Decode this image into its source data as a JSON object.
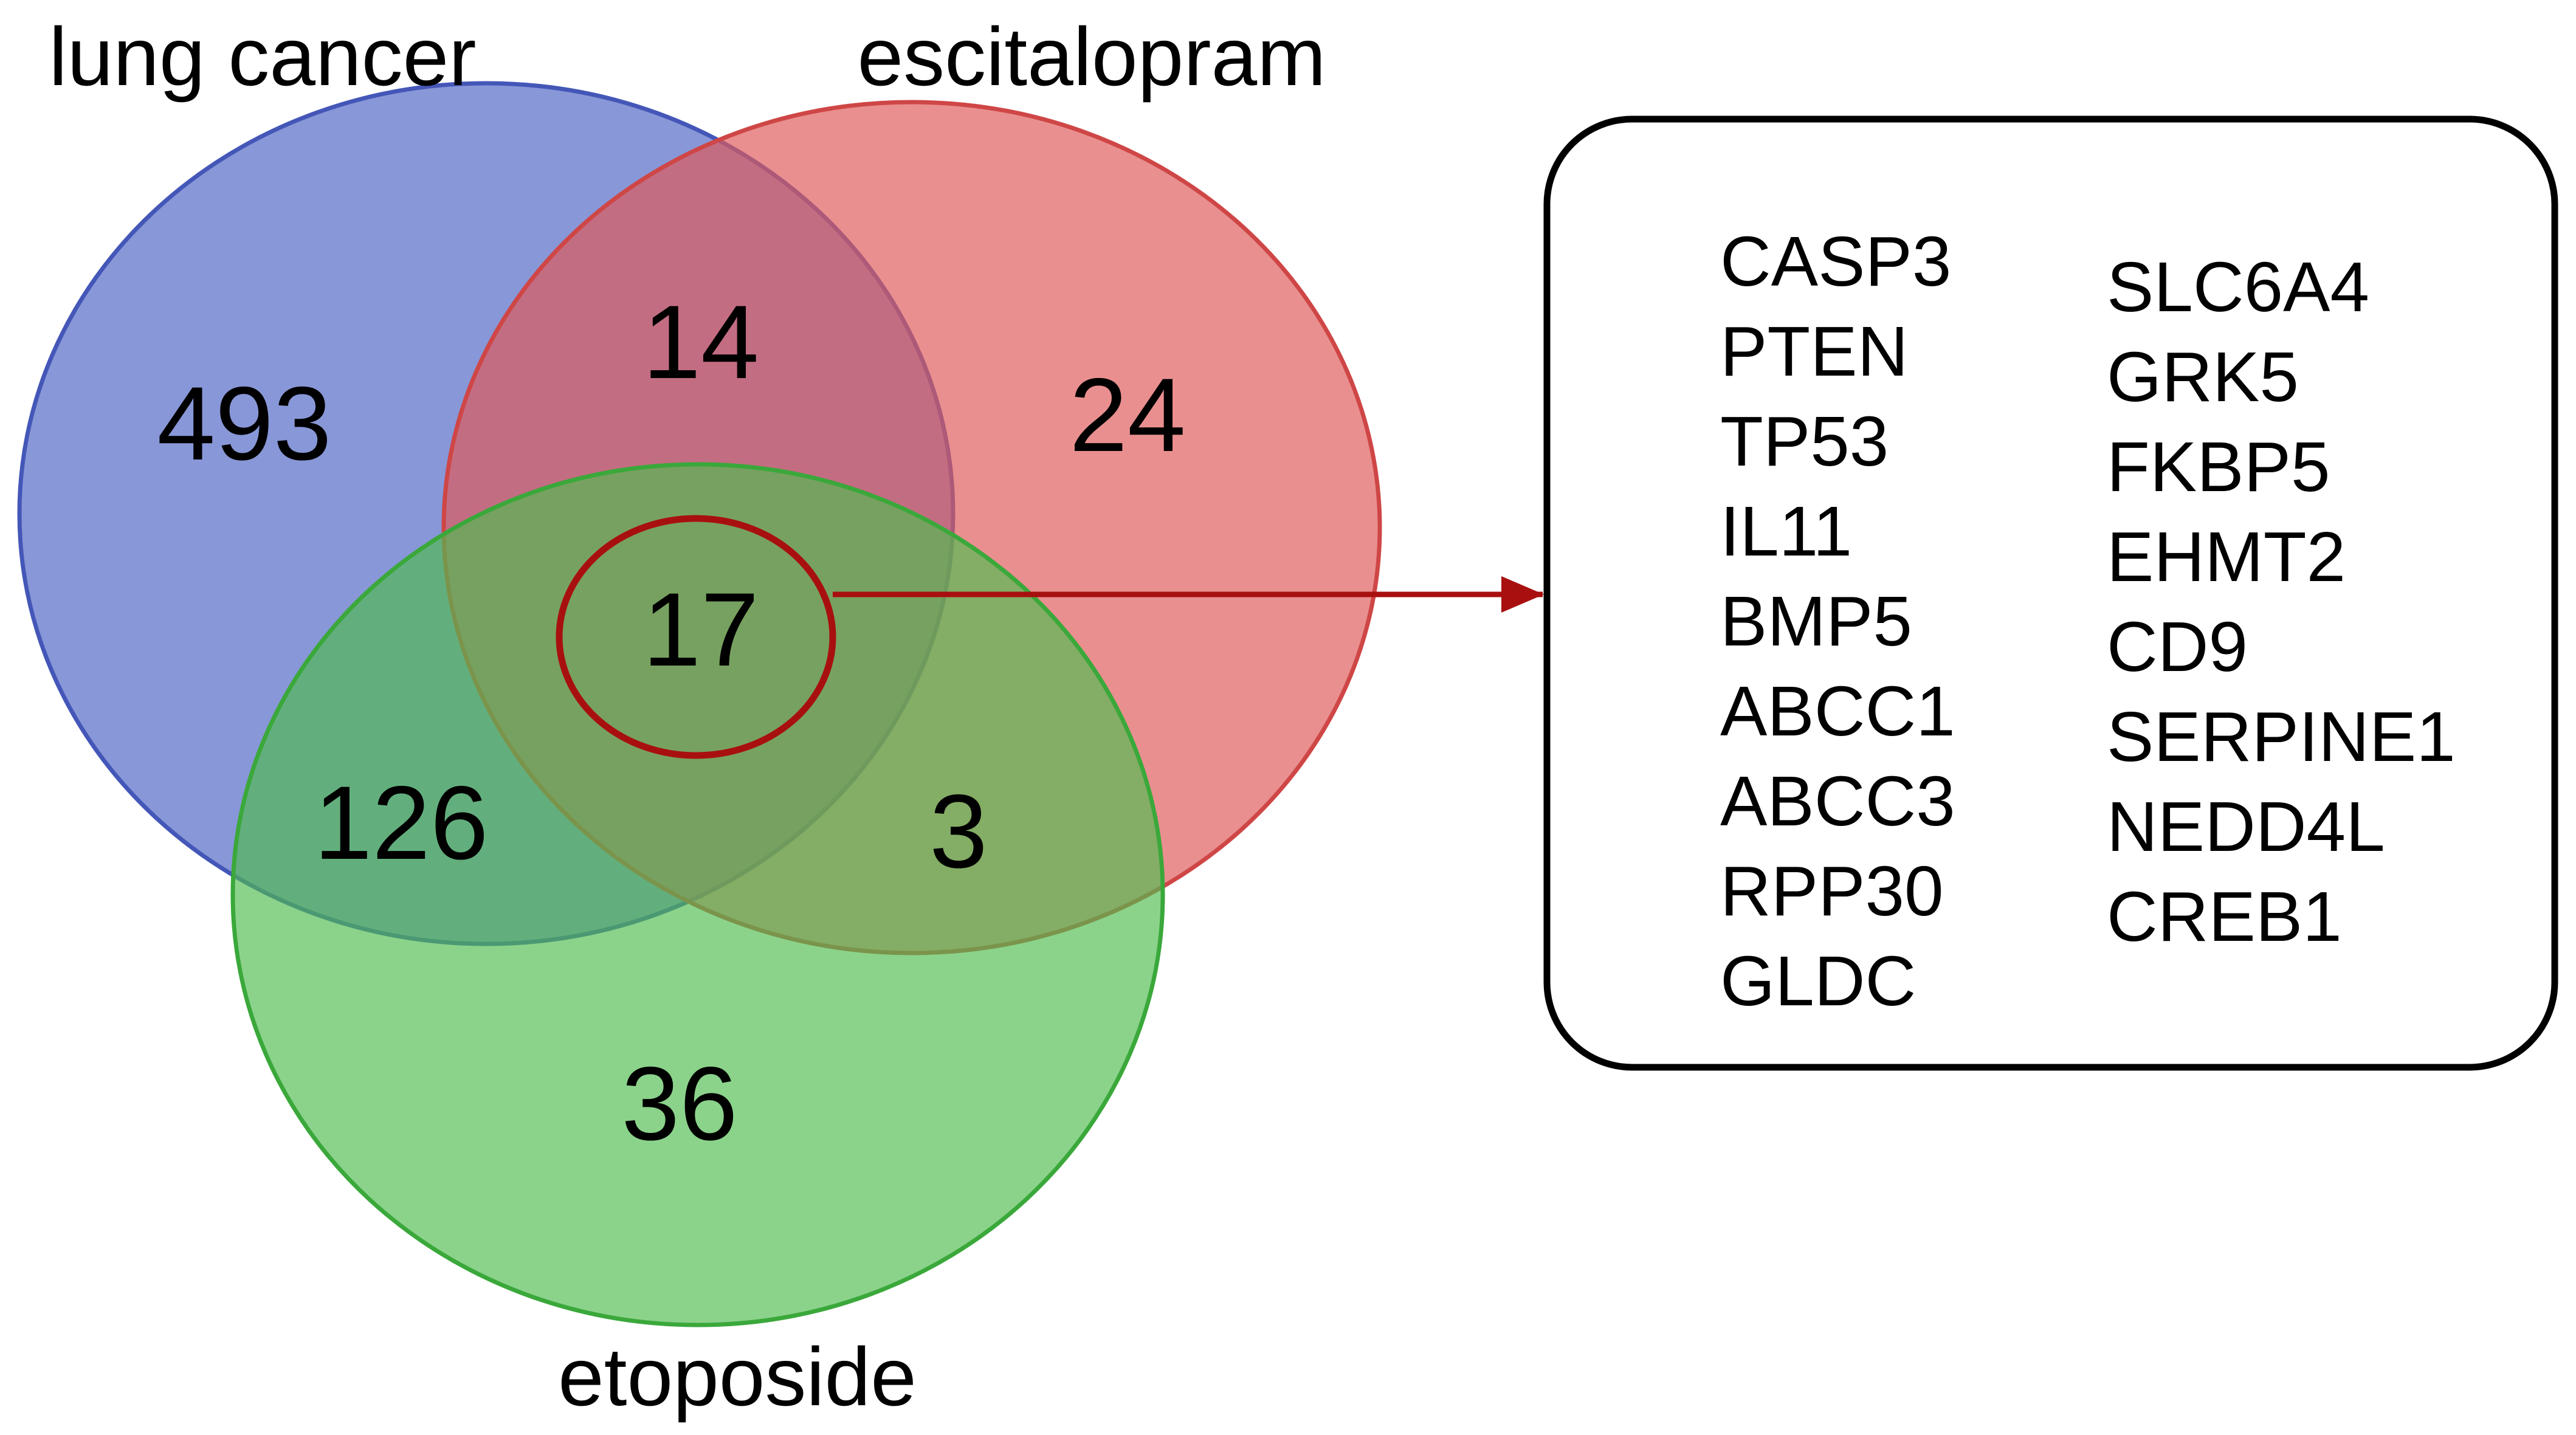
{
  "sets": [
    {
      "id": "lung",
      "label": "lung cancer",
      "color": "#5a6fc8"
    },
    {
      "id": "escitalopram",
      "label": "escitalopram",
      "color": "#de5a5a"
    },
    {
      "id": "etoposide",
      "label": "etoposide",
      "color": "#4fbc4f"
    }
  ],
  "regions": {
    "lung_only": "493",
    "escitalopram_only": "24",
    "etoposide_only": "36",
    "lung_escitalopram": "14",
    "lung_etoposide": "126",
    "escitalopram_etoposide": "3",
    "all_three": "17"
  },
  "highlight_color": "#a81010",
  "gene_list": {
    "column_1": [
      "CASP3",
      "PTEN",
      "TP53",
      "IL11",
      "BMP5",
      "ABCC1",
      "ABCC3",
      "RPP30",
      "GLDC"
    ],
    "column_2": [
      "SLC6A4",
      "GRK5",
      "FKBP5",
      "EHMT2",
      "CD9",
      "SERPINE1",
      "NEDD4L",
      "CREB1"
    ]
  }
}
